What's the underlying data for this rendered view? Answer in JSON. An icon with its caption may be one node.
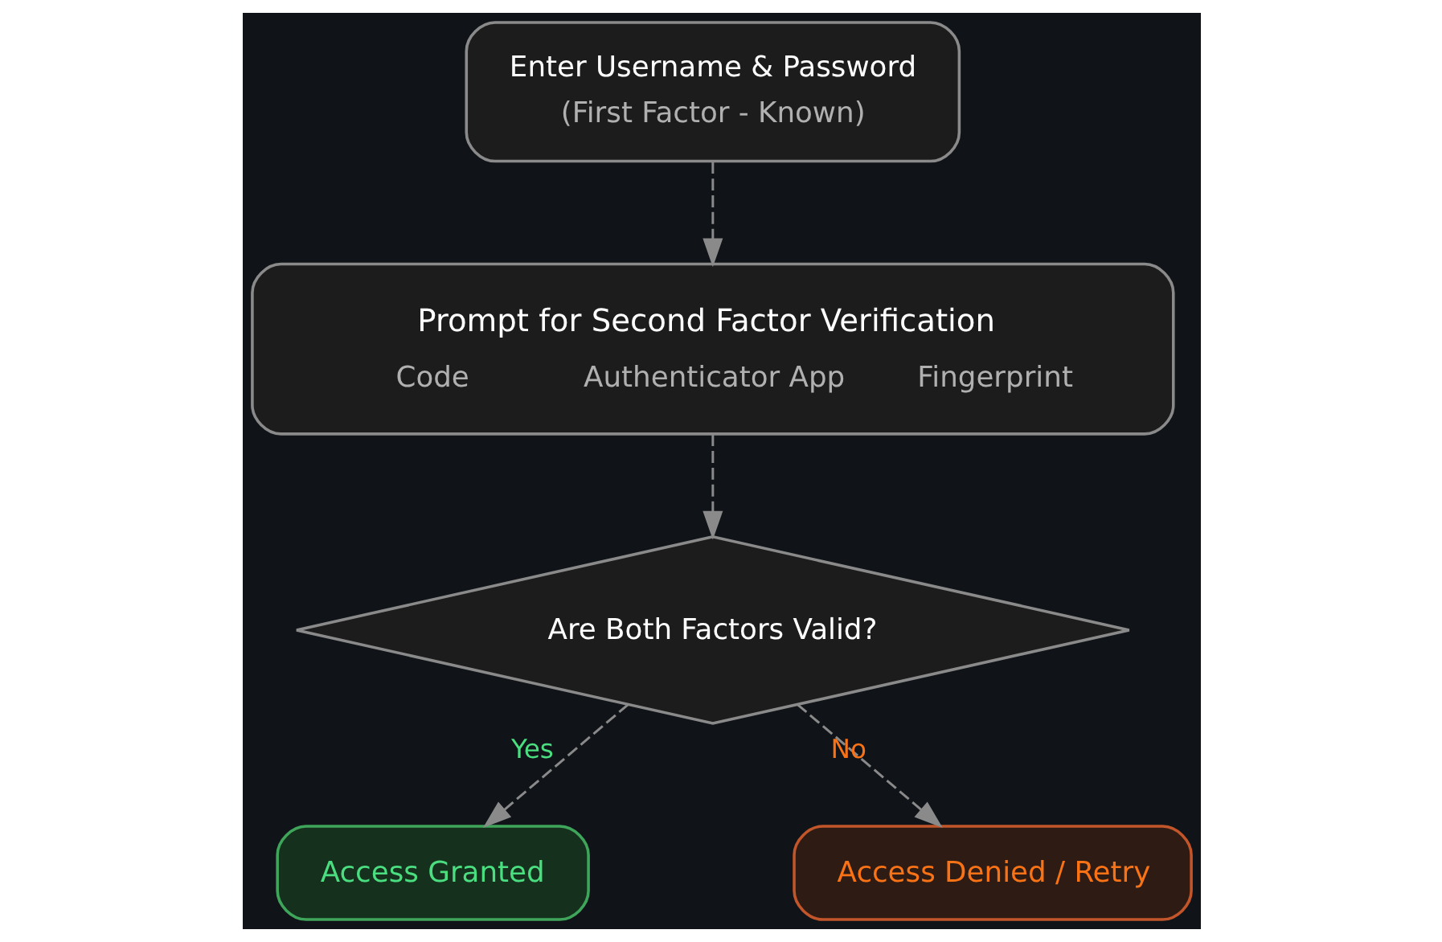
{
  "diagram": {
    "nodes": [
      {
        "text": [
          "Enter Username & Password",
          "(First Factor - Known)"
        ]
      },
      {
        "text": [
          "Prompt for Second Factor Verification",
          "Code",
          "Authenticator App",
          "Fingerprint"
        ]
      },
      {
        "text": [
          "Are Both Factors Valid?"
        ]
      },
      {
        "text": [
          "Access Granted"
        ]
      },
      {
        "text": [
          "Access Denied / Retry"
        ]
      }
    ],
    "edges": [
      {
        "from": 0,
        "to": 1,
        "arrow": "to",
        "style": "dashed"
      },
      {
        "from": 1,
        "to": 2,
        "arrow": "to",
        "style": "dashed"
      },
      {
        "from": 2,
        "to": 3,
        "arrow": "to",
        "style": "dashed",
        "label": "Yes"
      },
      {
        "from": 2,
        "to": 4,
        "arrow": "to",
        "style": "dashed",
        "label": "No"
      }
    ]
  }
}
